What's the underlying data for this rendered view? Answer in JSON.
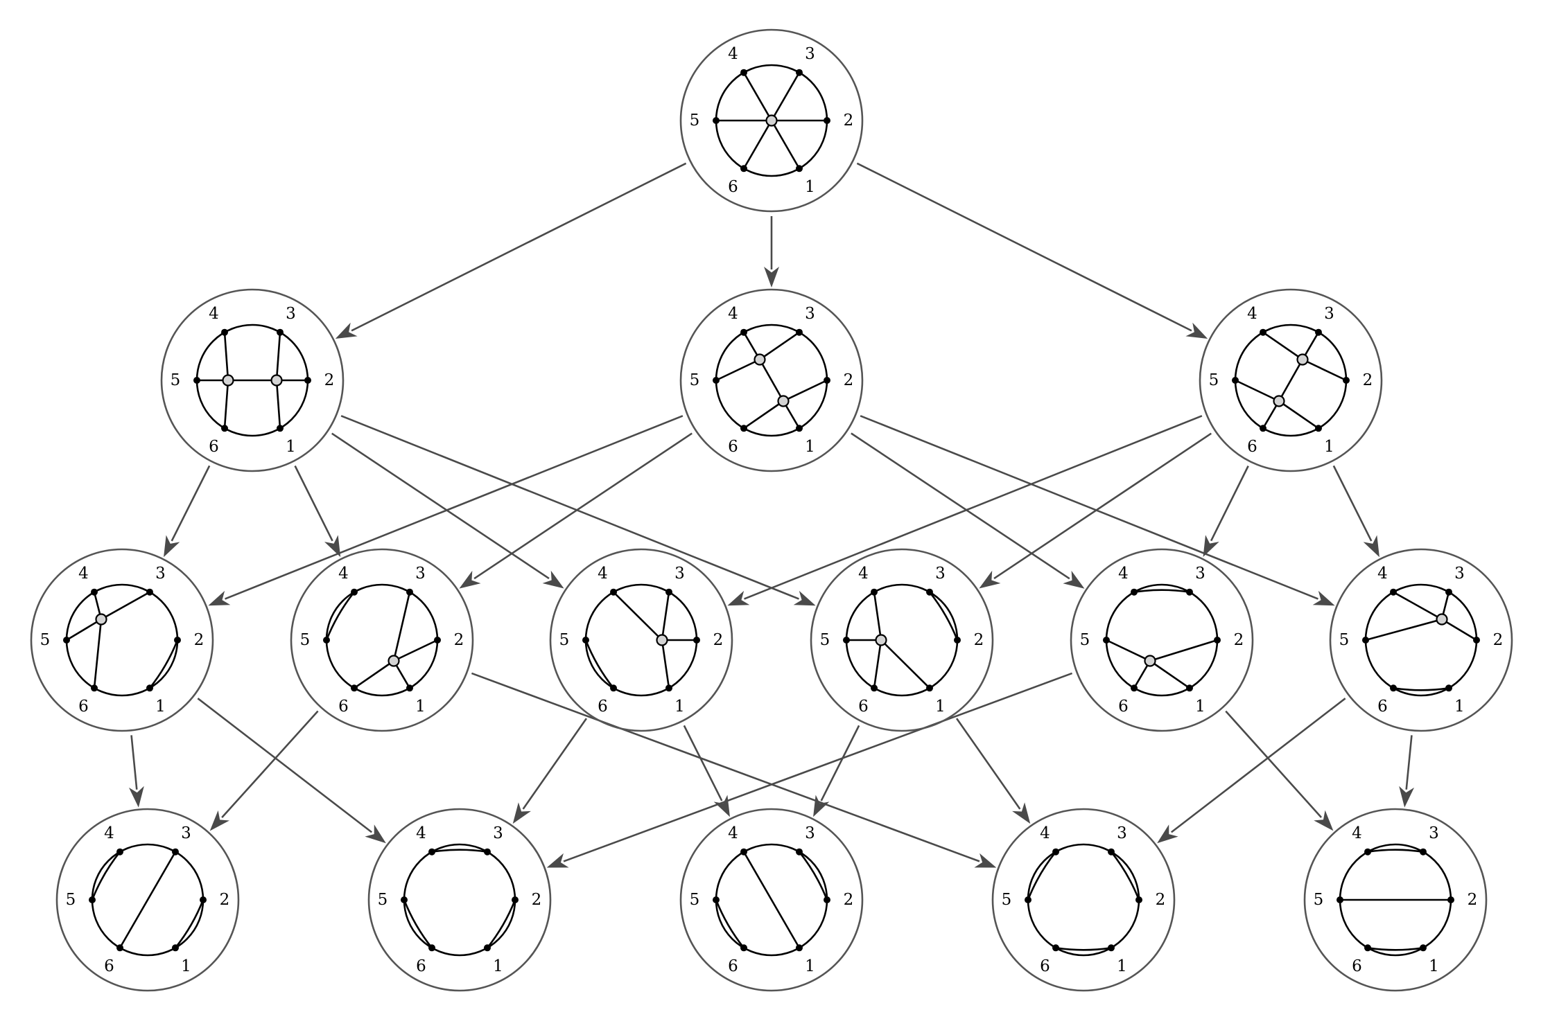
{
  "boundary_labels": [
    "1",
    "2",
    "3",
    "4",
    "5",
    "6"
  ],
  "nodes": [
    {
      "id": "top",
      "edges": [
        [
          "c1",
          "5"
        ],
        [
          "c1",
          "2"
        ],
        [
          "c1",
          "3"
        ],
        [
          "c1",
          "4"
        ],
        [
          "c1",
          "6"
        ],
        [
          "c1",
          "1"
        ]
      ]
    },
    {
      "id": "mid-left",
      "edges": [
        [
          "4",
          "a"
        ],
        [
          "6",
          "a"
        ],
        [
          "5",
          "a"
        ],
        [
          "a",
          "b"
        ],
        [
          "3",
          "b"
        ],
        [
          "1",
          "b"
        ],
        [
          "2",
          "b"
        ]
      ]
    },
    {
      "id": "mid-center",
      "edges": [
        [
          "5",
          "a"
        ],
        [
          "4",
          "a"
        ],
        [
          "3",
          "a"
        ],
        [
          "a",
          "b"
        ],
        [
          "2",
          "b"
        ],
        [
          "6",
          "b"
        ],
        [
          "1",
          "b"
        ]
      ]
    },
    {
      "id": "mid-right",
      "edges": [
        [
          "4",
          "a"
        ],
        [
          "3",
          "a"
        ],
        [
          "2",
          "a"
        ],
        [
          "a",
          "b"
        ],
        [
          "5",
          "b"
        ],
        [
          "6",
          "b"
        ],
        [
          "1",
          "b"
        ]
      ]
    },
    {
      "id": "l3-1",
      "edges": [
        [
          "4",
          "c1"
        ],
        [
          "5",
          "c1"
        ],
        [
          "3",
          "c1"
        ],
        [
          "6",
          "c1"
        ],
        [
          "2",
          "1"
        ]
      ]
    },
    {
      "id": "l3-2",
      "edges": [
        [
          "4",
          "5"
        ],
        [
          "3",
          "c1"
        ],
        [
          "2",
          "c1"
        ],
        [
          "6",
          "c1"
        ],
        [
          "1",
          "c1"
        ]
      ]
    },
    {
      "id": "l3-3",
      "edges": [
        [
          "4",
          "c1"
        ],
        [
          "3",
          "c1"
        ],
        [
          "1",
          "c1"
        ],
        [
          "2",
          "c1"
        ],
        [
          "5",
          "6"
        ]
      ]
    },
    {
      "id": "l3-4",
      "edges": [
        [
          "5",
          "c1"
        ],
        [
          "4",
          "c1"
        ],
        [
          "6",
          "c1"
        ],
        [
          "1",
          "c1"
        ],
        [
          "3",
          "2"
        ]
      ]
    },
    {
      "id": "l3-5",
      "edges": [
        [
          "4",
          "3"
        ],
        [
          "5",
          "c1"
        ],
        [
          "2",
          "c1"
        ],
        [
          "6",
          "c1"
        ],
        [
          "1",
          "c1"
        ]
      ]
    },
    {
      "id": "l3-6",
      "edges": [
        [
          "4",
          "c1"
        ],
        [
          "5",
          "c1"
        ],
        [
          "3",
          "c1"
        ],
        [
          "2",
          "c1"
        ],
        [
          "6",
          "1"
        ]
      ]
    },
    {
      "id": "b-1",
      "edges": [
        [
          "4",
          "5"
        ],
        [
          "3",
          "6"
        ],
        [
          "2",
          "1"
        ]
      ]
    },
    {
      "id": "b-2",
      "edges": [
        [
          "4",
          "3"
        ],
        [
          "5",
          "6"
        ],
        [
          "2",
          "1"
        ]
      ]
    },
    {
      "id": "b-3",
      "edges": [
        [
          "4",
          "1"
        ],
        [
          "5",
          "6"
        ],
        [
          "3",
          "2"
        ]
      ]
    },
    {
      "id": "b-4",
      "edges": [
        [
          "4",
          "5"
        ],
        [
          "3",
          "2"
        ],
        [
          "6",
          "1"
        ]
      ]
    },
    {
      "id": "b-5",
      "edges": [
        [
          "4",
          "3"
        ],
        [
          "5",
          "2"
        ],
        [
          "6",
          "1"
        ]
      ]
    }
  ],
  "arrows": [
    [
      "top",
      "mid-left"
    ],
    [
      "top",
      "mid-center"
    ],
    [
      "top",
      "mid-right"
    ],
    [
      "mid-left",
      "l3-1"
    ],
    [
      "mid-left",
      "l3-2"
    ],
    [
      "mid-left",
      "l3-3"
    ],
    [
      "mid-left",
      "l3-4"
    ],
    [
      "mid-center",
      "l3-1"
    ],
    [
      "mid-center",
      "l3-2"
    ],
    [
      "mid-center",
      "l3-5"
    ],
    [
      "mid-center",
      "l3-6"
    ],
    [
      "mid-right",
      "l3-3"
    ],
    [
      "mid-right",
      "l3-4"
    ],
    [
      "mid-right",
      "l3-5"
    ],
    [
      "mid-right",
      "l3-6"
    ],
    [
      "l3-1",
      "b-1"
    ],
    [
      "l3-1",
      "b-2"
    ],
    [
      "l3-2",
      "b-1"
    ],
    [
      "l3-2",
      "b-4"
    ],
    [
      "l3-3",
      "b-2"
    ],
    [
      "l3-3",
      "b-3"
    ],
    [
      "l3-4",
      "b-3"
    ],
    [
      "l3-4",
      "b-4"
    ],
    [
      "l3-5",
      "b-2"
    ],
    [
      "l3-5",
      "b-5"
    ],
    [
      "l3-6",
      "b-4"
    ],
    [
      "l3-6",
      "b-5"
    ]
  ]
}
